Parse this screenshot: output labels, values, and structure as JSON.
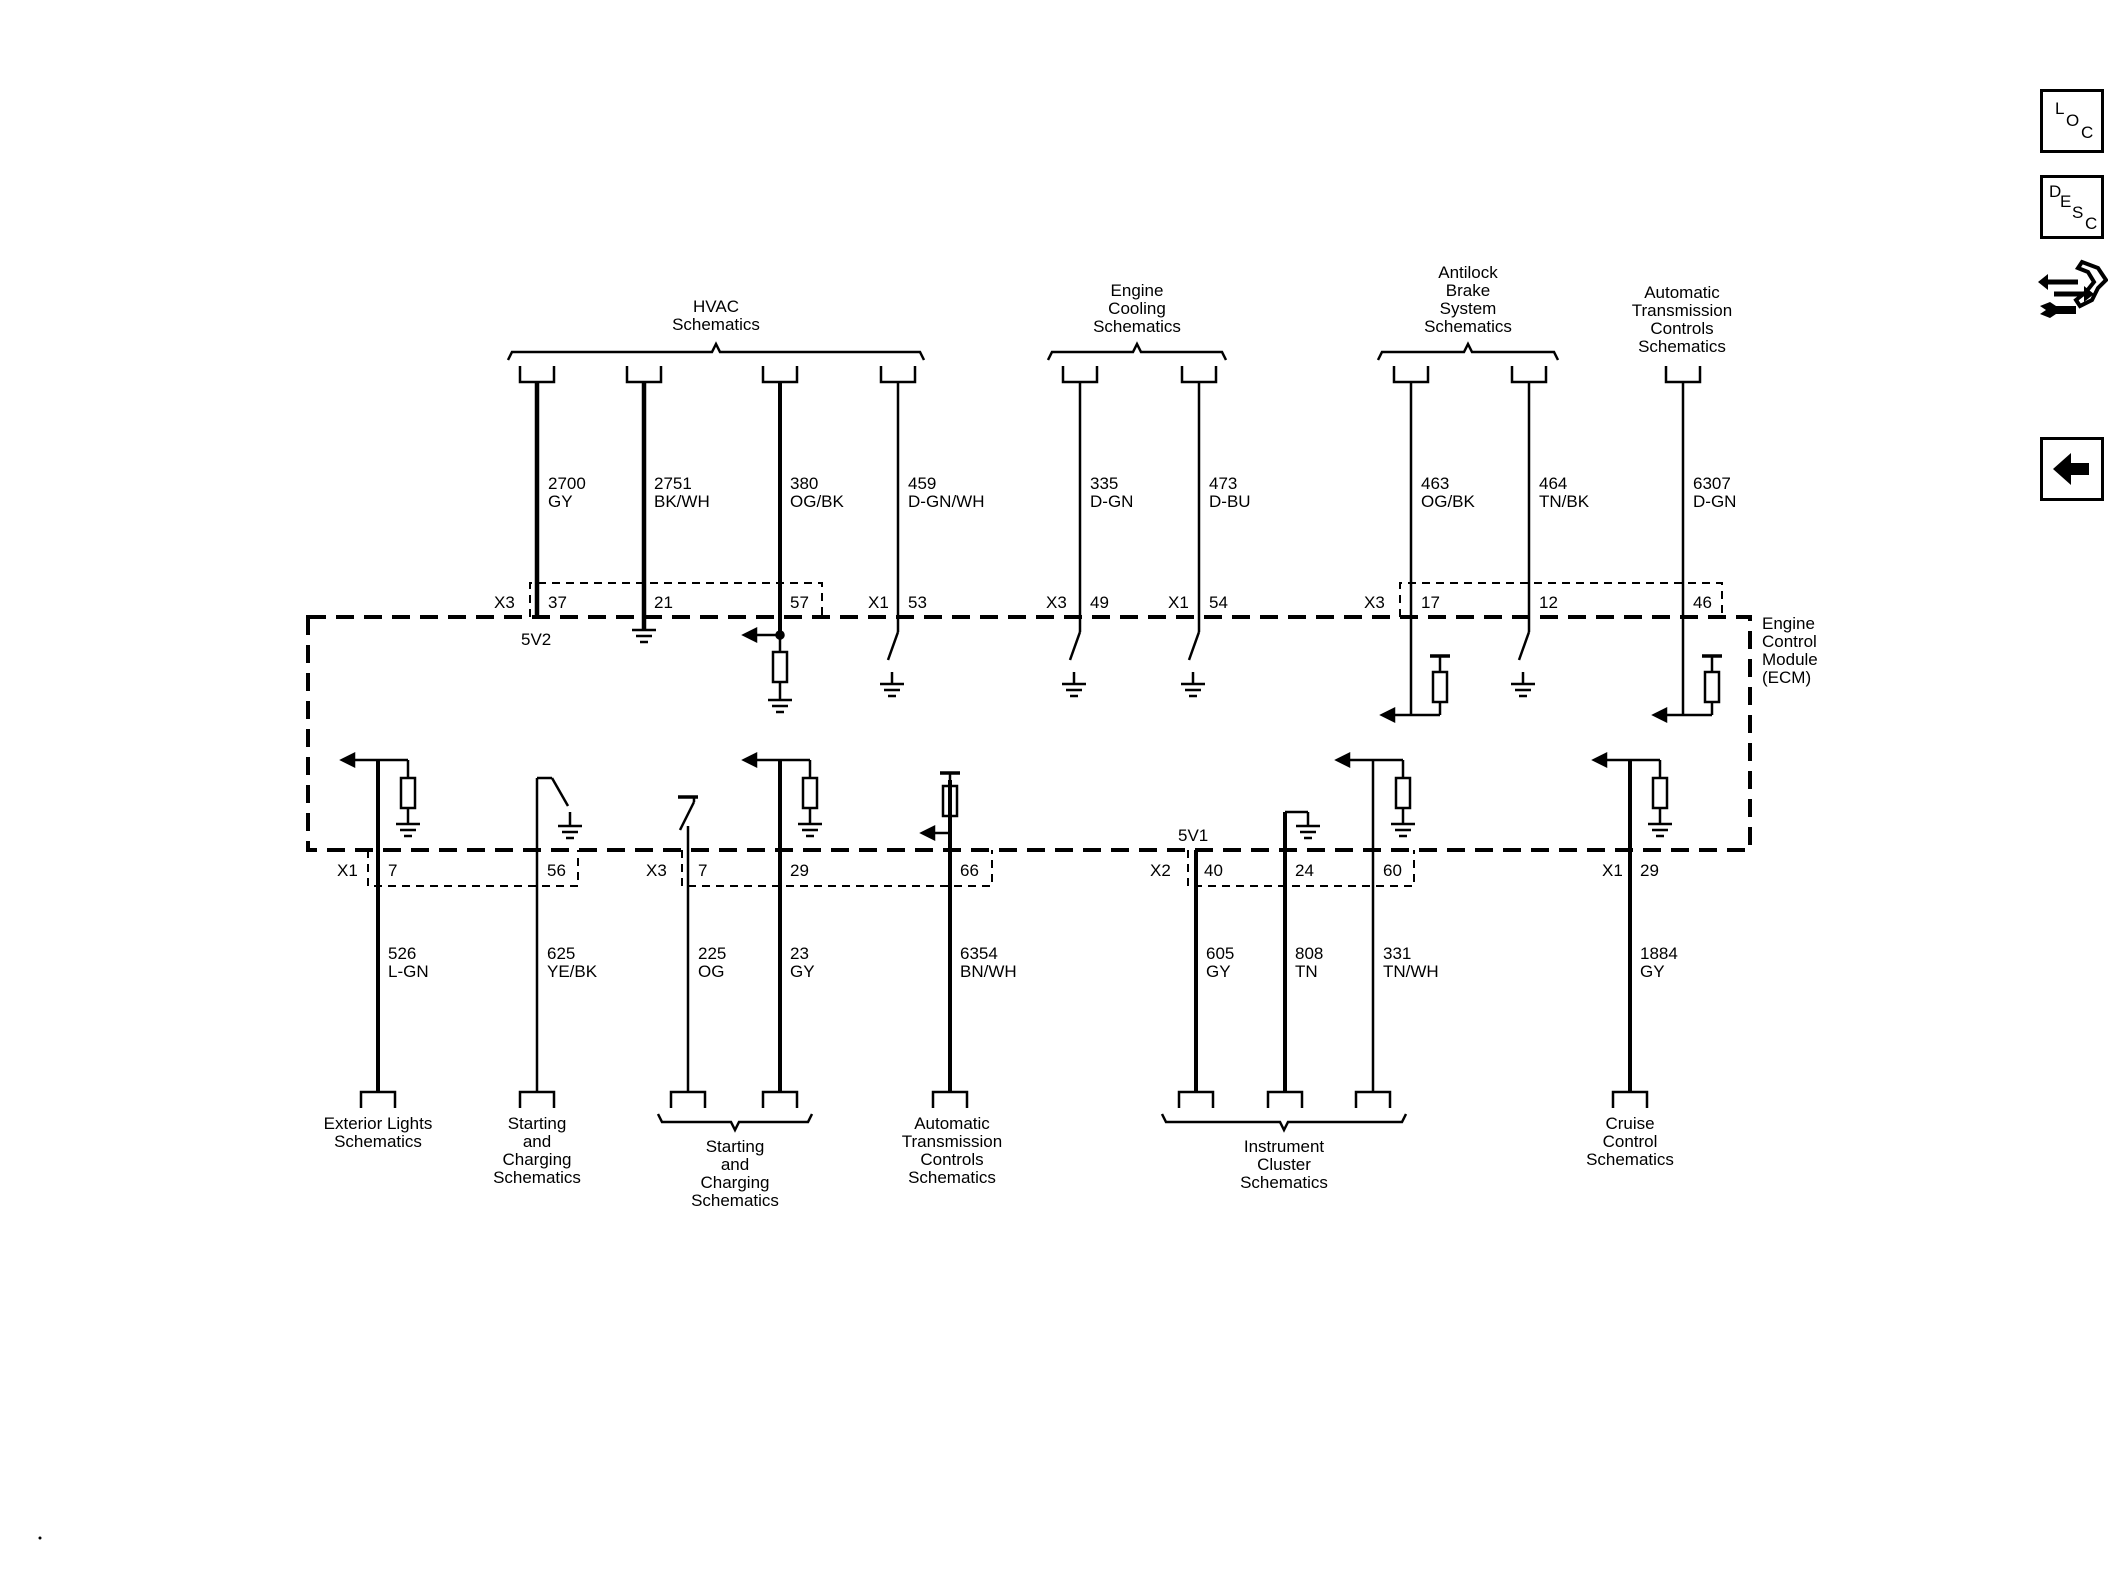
{
  "nav": {
    "loc": {
      "l1": "L",
      "l2": "O",
      "l3": "C"
    },
    "desc": {
      "l1": "D",
      "l2": "E",
      "l3": "S",
      "l4": "C"
    },
    "tools_icon": "wrench-arrows-icon",
    "back_icon": "back-arrow-icon"
  },
  "module": {
    "name": [
      "Engine",
      "Control",
      "Module",
      "(ECM)"
    ]
  },
  "destinations": {
    "hvac": [
      "HVAC",
      "Schematics"
    ],
    "engine_cooling": [
      "Engine",
      "Cooling",
      "Schematics"
    ],
    "abs": [
      "Antilock",
      "Brake",
      "System",
      "Schematics"
    ],
    "atc_top": [
      "Automatic",
      "Transmission",
      "Controls",
      "Schematics"
    ],
    "exterior_lights": [
      "Exterior Lights",
      "Schematics"
    ],
    "starting_charging_1": [
      "Starting",
      "and",
      "Charging",
      "Schematics"
    ],
    "starting_charging_2": [
      "Starting",
      "and",
      "Charging",
      "Schematics"
    ],
    "atc_bottom": [
      "Automatic",
      "Transmission",
      "Controls",
      "Schematics"
    ],
    "instrument_cluster": [
      "Instrument",
      "Cluster",
      "Schematics"
    ],
    "cruise_control": [
      "Cruise",
      "Control",
      "Schematics"
    ]
  },
  "connectors": {
    "top_x3_a": "X3",
    "top_x1_a": "X1",
    "top_x3_b": "X3",
    "top_x1_b": "X1",
    "top_x3_c": "X3",
    "bot_x1_a": "X1",
    "bot_x3": "X3",
    "bot_x2": "X2",
    "bot_x1_b": "X1"
  },
  "references": {
    "v5v2": "5V2",
    "v5v1": "5V1"
  },
  "top_circuits": [
    {
      "circuit": "2700",
      "color": "GY",
      "pin": "37"
    },
    {
      "circuit": "2751",
      "color": "BK/WH",
      "pin": "21"
    },
    {
      "circuit": "380",
      "color": "OG/BK",
      "pin": "57"
    },
    {
      "circuit": "459",
      "color": "D-GN/WH",
      "pin": "53"
    },
    {
      "circuit": "335",
      "color": "D-GN",
      "pin": "49"
    },
    {
      "circuit": "473",
      "color": "D-BU",
      "pin": "54"
    },
    {
      "circuit": "463",
      "color": "OG/BK",
      "pin": "17"
    },
    {
      "circuit": "464",
      "color": "TN/BK",
      "pin": "12"
    },
    {
      "circuit": "6307",
      "color": "D-GN",
      "pin": "46"
    }
  ],
  "bottom_circuits": [
    {
      "circuit": "526",
      "color": "L-GN",
      "pin": "7"
    },
    {
      "circuit": "625",
      "color": "YE/BK",
      "pin": "56"
    },
    {
      "circuit": "225",
      "color": "OG",
      "pin": "7"
    },
    {
      "circuit": "23",
      "color": "GY",
      "pin": "29"
    },
    {
      "circuit": "6354",
      "color": "BN/WH",
      "pin": "66"
    },
    {
      "circuit": "605",
      "color": "GY",
      "pin": "40"
    },
    {
      "circuit": "808",
      "color": "TN",
      "pin": "24"
    },
    {
      "circuit": "331",
      "color": "TN/WH",
      "pin": "60"
    },
    {
      "circuit": "1884",
      "color": "GY",
      "pin": "29"
    }
  ]
}
